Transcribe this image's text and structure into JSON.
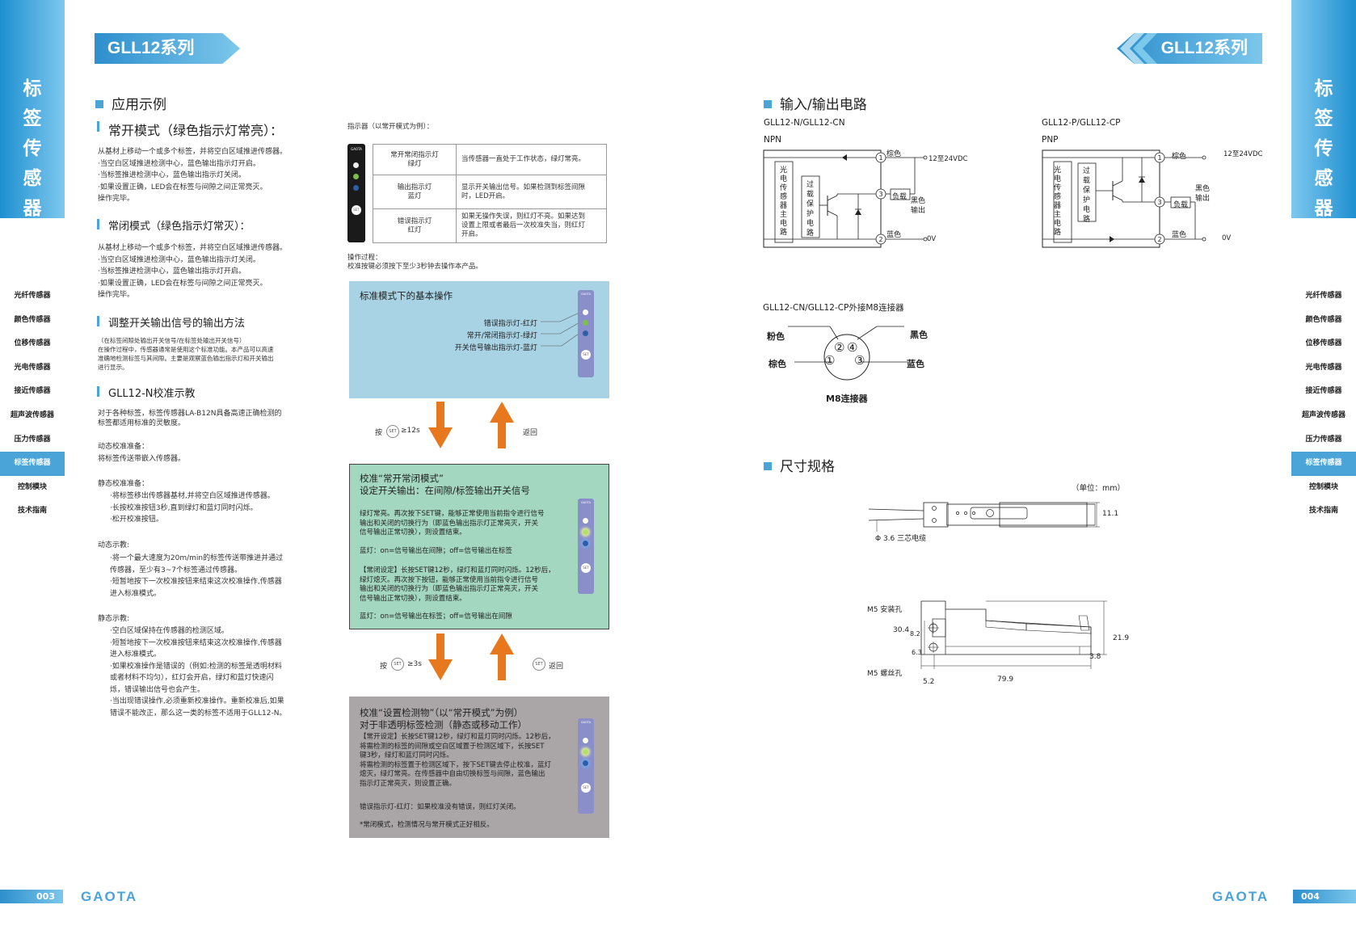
{
  "vertical_title": "标签传感器",
  "vertical_title_chars": [
    "标",
    "签",
    "传",
    "感",
    "器"
  ],
  "nav_items": [
    "光纤传感器",
    "颜色传感器",
    "位移传感器",
    "光电传感器",
    "接近传感器",
    "超声波传感器",
    "压力传感器",
    "标签传感器",
    "控制模块",
    "技术指南"
  ],
  "active_nav": "标签传感器",
  "series": "GLL12系列",
  "left_page": {
    "section_title": "应用示例",
    "mode_no_title": "常开模式（绿色指示灯常亮）：",
    "mode_no_text": "从基材上移动一个或多个标签，并将空白区域推进传感器。\n·当空白区域推进检测中心，蓝色输出指示灯开启。\n·当标签推进检测中心，蓝色输出指示灯关闭。\n·如果设置正确，LED会在标签与间隙之间正常亮灭。\n操作完毕。",
    "mode_nc_title": "常闭模式（绿色指示灯常灭）：",
    "mode_nc_text": "从基材上移动一个或多个标签，并将空白区域推进传感器。\n·当空白区域推进检测中心，蓝色输出指示灯关闭。\n·当标签推进检测中心，蓝色输出指示灯开启。\n·如果设置正确，LED会在标签与间隙之间正常亮灭。\n操作完毕。",
    "adjust_title": "调整开关输出信号的输出方法",
    "adjust_text": "（在标签间隙处输出开关信号/在标签处输出开关信号）\n在操作过程中，传感器通常是使用这个标准功能。本产品可以高速\n准确地检测标签与其间隙。主要是观察蓝色输出指示灯和开关输出\n进行显示。",
    "calib_title": "GLL12-N校准示教",
    "calib_intro": "对于各种标签，标签传感器LA-B12N具备高速正确检测的\n标签都适用标准的灵敏度。",
    "dyn_prep_title": "动态校准准备：",
    "dyn_prep_text": "将标签传送带嵌入传感器。",
    "static_prep_title": "静态校准准备：",
    "static_prep_text": "·将标签移出传感器基材,并将空白区域推进传感器。\n·长按校准按钮3秒,直到绿灯和蓝灯同时闪烁。\n·松开校准按钮。",
    "dyn_demo_title": "动态示教:",
    "dyn_demo_text": "·将一个最大速度为20m/min的标签传送带推进并通过\n  传感器，至少有3~7个标签通过传感器。\n·短暂地按下一次校准按钮来结束这次校准操作,传感器\n  进入标准模式。",
    "static_demo_title": "静态示教:",
    "static_demo_text": "·空白区域保持在传感器的检测区域。\n·短暂地按下一次校准按钮来结束这次校准操作,传感器\n  进入标准模式。\n·如果校准操作是错误的（例如:检测的标签是透明材料\n  或者材料不均匀），红灯会开启，绿灯和蓝灯快速闪\n  烁，错误输出信号也会产生。\n·当出现错误操作,必须重新校准操作。重新校准后,如果\n  错误不能改正，那么这一类的标签不适用于GLL12-N。",
    "indicator_caption": "指示器（以常开模式为例）：",
    "device_brand": "GAOTA",
    "set_label": "SET",
    "indicator_rows": [
      {
        "name": "常开常闭指示灯\n绿灯",
        "desc": "当传感器一直处于工作状态，绿灯常亮。"
      },
      {
        "name": "输出指示灯\n蓝灯",
        "desc": "显示开关输出信号。如果检测到标签间隙\n时，LED开启。"
      },
      {
        "name": "错误指示灯\n红灯",
        "desc": "如果无操作失误，则红灯不亮。如果达到\n设置上限或者最后一次校准失当，则红灯\n开启。"
      }
    ],
    "operation_text": "操作过程：\n校准按键必须按下至少3秒钟去操作本产品。",
    "panel1_title": "标准模式下的基本操作",
    "panel1_labels": [
      "错误指示灯-红灯",
      "常开/常闭指示灯-绿灯",
      "开关信号输出指示灯-蓝灯"
    ],
    "arrow1_press": "按",
    "arrow1_time": "≥12s",
    "arrow1_return": "返回",
    "panel2_title": "校准“常开常闭模式”\n设定开关输出：在间隙/标签输出开关信号",
    "panel2_text1": "绿灯常亮。再次按下SET键，能够正常使用当前指令进行信号\n输出和关闭的切换行为（即蓝色输出指示灯正常亮灭，开关\n信号输出正常切换），则设置结束。",
    "panel2_text2": "蓝灯：on=信号输出在间隙；off=信号输出在标签",
    "panel2_text3": "【常闭设定】长按SET键12秒，绿灯和蓝灯同时闪烁。12秒后，\n绿灯熄灭。再次按下按钮，能够正常使用当前指令进行信号\n输出和关闭的切换行为（即蓝色输出指示灯正常亮灭，开关\n信号输出正常切换），则设置结束。",
    "panel2_text4": "蓝灯：on=信号输出在标签；off=信号输出在间隙",
    "arrow2_press": "按",
    "arrow2_time": "≥3s",
    "arrow2_return": "返回",
    "panel3_title": "校准“设置检测物”（以“常开模式”为例）\n对于非透明标签检测（静态或移动工作）",
    "panel3_text1": "【常开设定】长按SET键12秒，绿灯和蓝灯同时闪烁。12秒后，\n将需检测的标签的间隙或空白区域置于检测区域下，长按SET\n键3秒，绿灯和蓝灯同时闪烁。\n将需检测的标签置于检测区域下，按下SET键去停止校准，蓝灯\n熄灭，绿灯常亮。在传感器中自由切换标签与间隙，蓝色输出\n指示灯正常亮灭，则设置正确。",
    "panel3_text2": "错误指示灯-红灯：如果校准没有错误，则红灯关闭。",
    "panel3_text3": "*常闭模式，检测情况与常开模式正好相反。",
    "page_number": "003",
    "logo": "GAOTA"
  },
  "right_page": {
    "io_title": "输入/输出电路",
    "npn_model": "GLL12-N/GLL12-CN",
    "npn_label": "NPN",
    "pnp_model": "GLL12-P/GLL12-CP",
    "pnp_label": "PNP",
    "main_circuit": "光电传感器主电路",
    "protect_circuit": "过载保护电路",
    "brown": "棕色",
    "black_output": "黑色\n输出",
    "blue": "蓝色",
    "voltage": "12至24VDC",
    "zero_v": "0V",
    "load": "负载",
    "connector_title": "GLL12-CN/GLL12-CP外接M8连接器",
    "pink": "粉色",
    "black": "黑色",
    "brown2": "棕色",
    "blue2": "蓝色",
    "connector_name": "M8连接器",
    "pins": [
      "②",
      "④",
      "①",
      "③"
    ],
    "pin_numbers": [
      "1",
      "2",
      "3"
    ],
    "dim_title": "尺寸规格",
    "unit": "（单位：mm）",
    "cable": "Φ 3.6 三芯电缆",
    "dim_11_1": "11.1",
    "m5_mount": "M5 安装孔",
    "m5_screw": "M5 螺丝孔",
    "d30_4": "30.4",
    "d8_2": "8.2",
    "d6_3": "6.3",
    "d21_9": "21.9",
    "d3_8": "3.8",
    "d5_2": "5.2",
    "d79_9": "79.9",
    "page_number": "004",
    "logo": "GAOTA"
  },
  "colors": {
    "brand_blue": "#4aa4d8",
    "panel1_bg": "#a8d3e4",
    "panel2_bg": "#a3d7c0",
    "panel3_bg": "#aaa6a8",
    "arrow_orange": "#e8781e",
    "device_purple": "#8a8fc9"
  }
}
